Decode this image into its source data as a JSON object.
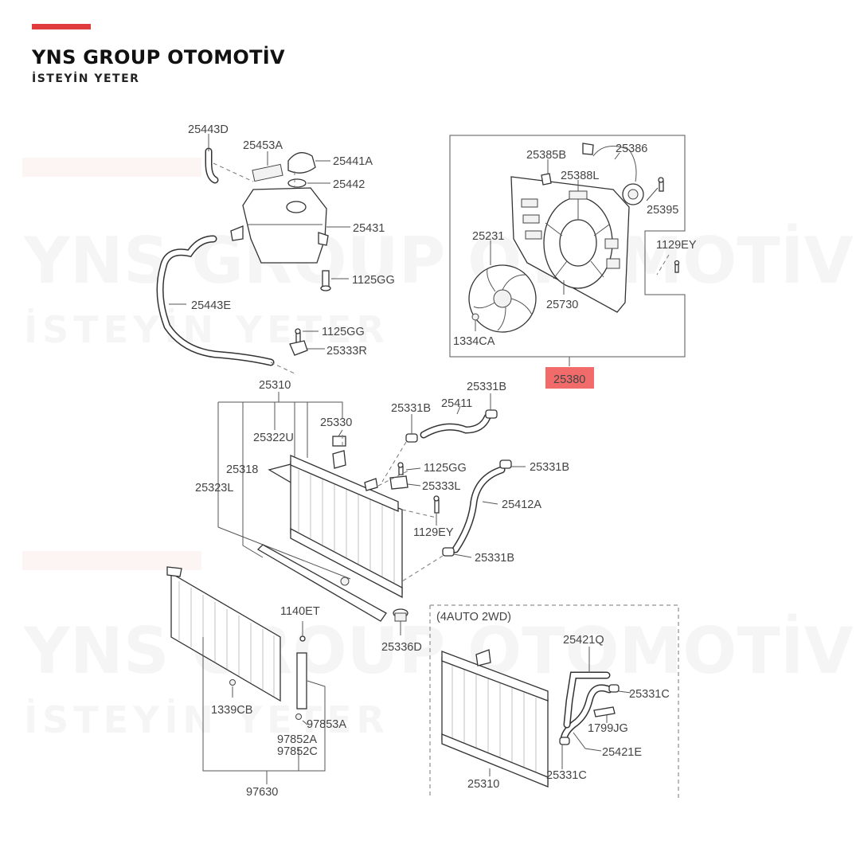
{
  "brand": {
    "title": "YNS GROUP OTOMOTİV",
    "tagline": "İSTEYİN YETER",
    "accent_color": "#e03c3c"
  },
  "watermark": {
    "title": "YNS GROUP OTOMOTİV",
    "tagline": "İSTEYİN YETER"
  },
  "highlight": {
    "part": "25380",
    "color": "#f26b6b"
  },
  "variant_box_title": "(4AUTO 2WD)",
  "labels": {
    "p25443D": "25443D",
    "p25453A": "25453A",
    "p25441A": "25441A",
    "p25442": "25442",
    "p25431": "25431",
    "p1125GG_a": "1125GG",
    "p25443E": "25443E",
    "p1125GG_b": "1125GG",
    "p25333R": "25333R",
    "p25385B": "25385B",
    "p25386": "25386",
    "p25388L": "25388L",
    "p25395": "25395",
    "p25231": "25231",
    "p1129EY_a": "1129EY",
    "p25730": "25730",
    "p1334CA": "1334CA",
    "p25310_a": "25310",
    "p25331B_a": "25331B",
    "p25331B_b": "25331B",
    "p25411": "25411",
    "p25330": "25330",
    "p25322U": "25322U",
    "p1125GG_c": "1125GG",
    "p25331B_c": "25331B",
    "p25318": "25318",
    "p25333L": "25333L",
    "p25323L": "25323L",
    "p25412A": "25412A",
    "p1129EY_b": "1129EY",
    "p25331B_d": "25331B",
    "p1140ET": "1140ET",
    "p25336D": "25336D",
    "p25421Q": "25421Q",
    "p25331C_a": "25331C",
    "p1339CB": "1339CB",
    "p97853A": "97853A",
    "p1799JG": "1799JG",
    "p97852A": "97852A",
    "p97852C": "97852C",
    "p25421E": "25421E",
    "p25331C_b": "25331C",
    "p25310_b": "25310",
    "p97630": "97630"
  }
}
